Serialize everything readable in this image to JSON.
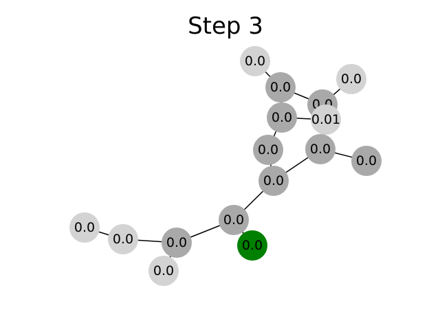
{
  "title": "Step 3",
  "colors": {
    "dark_node": "#a9a9a9",
    "light_node": "#d3d3d3",
    "highlight_node": "#008000",
    "edge": "#000000"
  },
  "nodes": [
    {
      "id": "n1",
      "label": "0.0",
      "color": "light"
    },
    {
      "id": "n2",
      "label": "0.0",
      "color": "dark"
    },
    {
      "id": "n3",
      "label": "0.0",
      "color": "light"
    },
    {
      "id": "n4",
      "label": "0.0",
      "color": "dark"
    },
    {
      "id": "n5",
      "label": "0.01",
      "color": "light"
    },
    {
      "id": "n6",
      "label": "0.0",
      "color": "dark"
    },
    {
      "id": "n7",
      "label": "0.0",
      "color": "dark"
    },
    {
      "id": "n8",
      "label": "0.0",
      "color": "dark"
    },
    {
      "id": "n9",
      "label": "0.0",
      "color": "dark"
    },
    {
      "id": "n10",
      "label": "0.0",
      "color": "dark"
    },
    {
      "id": "n11",
      "label": "0.0",
      "color": "dark"
    },
    {
      "id": "n12",
      "label": "0.0",
      "color": "highlight"
    },
    {
      "id": "n13",
      "label": "0.0",
      "color": "light"
    },
    {
      "id": "n14",
      "label": "0.0",
      "color": "light"
    },
    {
      "id": "n15",
      "label": "0.0",
      "color": "dark"
    },
    {
      "id": "n16",
      "label": "0.0",
      "color": "light"
    }
  ],
  "edges": [
    [
      "n1",
      "n2"
    ],
    [
      "n2",
      "n4"
    ],
    [
      "n2",
      "n6"
    ],
    [
      "n3",
      "n4"
    ],
    [
      "n4",
      "n5"
    ],
    [
      "n6",
      "n5"
    ],
    [
      "n6",
      "n8"
    ],
    [
      "n7",
      "n9"
    ],
    [
      "n7",
      "n10"
    ],
    [
      "n8",
      "n10"
    ],
    [
      "n10",
      "n11"
    ],
    [
      "n11",
      "n12"
    ],
    [
      "n11",
      "n15"
    ],
    [
      "n15",
      "n14"
    ],
    [
      "n15",
      "n16"
    ],
    [
      "n14",
      "n13"
    ]
  ]
}
